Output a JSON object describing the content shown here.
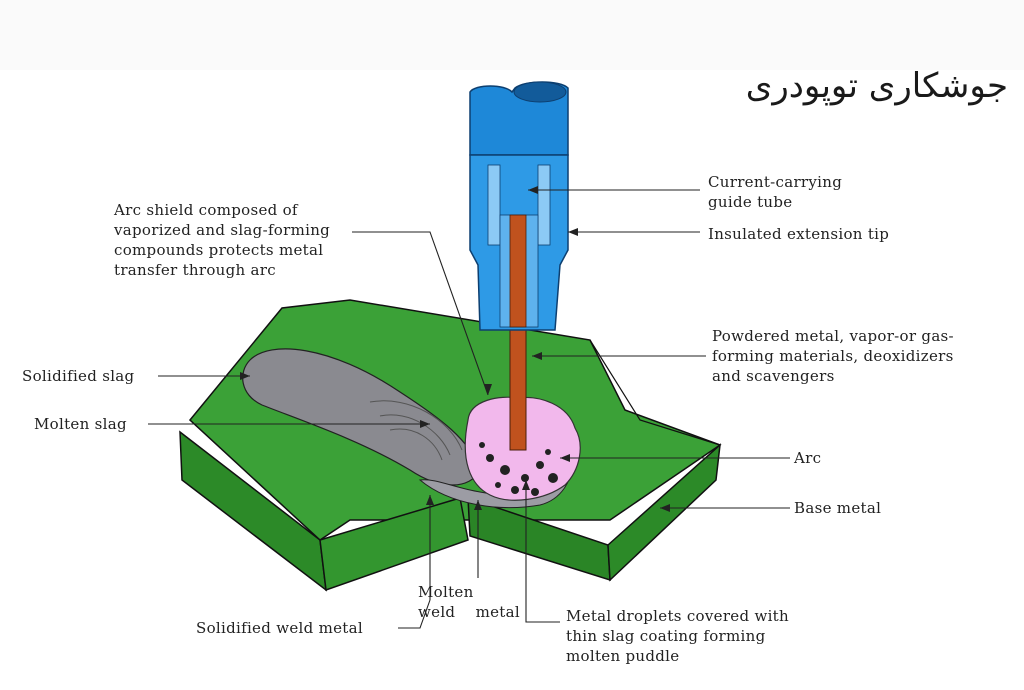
{
  "title": "جوشکاری توپودری",
  "labels": {
    "arc_shield": "Arc shield composed of\nvaporized and slag-forming\ncompounds protects metal\ntransfer through arc",
    "current_tube": "Current-carrying\nguide tube",
    "insulated_tip": "Insulated extension tip",
    "powdered_metal": "Powdered metal, vapor-or gas-\nforming materials, deoxidizers\nand scavengers",
    "solidified_slag": "Solidified slag",
    "molten_slag": "Molten slag",
    "arc": "Arc",
    "base_metal": "Base metal",
    "molten_weld_metal": "Molten\nweld    metal",
    "solidified_weld_metal": "Solidified weld metal",
    "metal_droplets": "Metal droplets covered with\nthin slag coating forming\nmolten puddle"
  },
  "colors": {
    "base_metal": "#2f8f2a",
    "base_metal_dark": "#1f6b1c",
    "slag": "#8a8a90",
    "nozzle": "#1e88d8",
    "electrode": "#c0521e",
    "arc_cloud": "#f2b8ec"
  }
}
